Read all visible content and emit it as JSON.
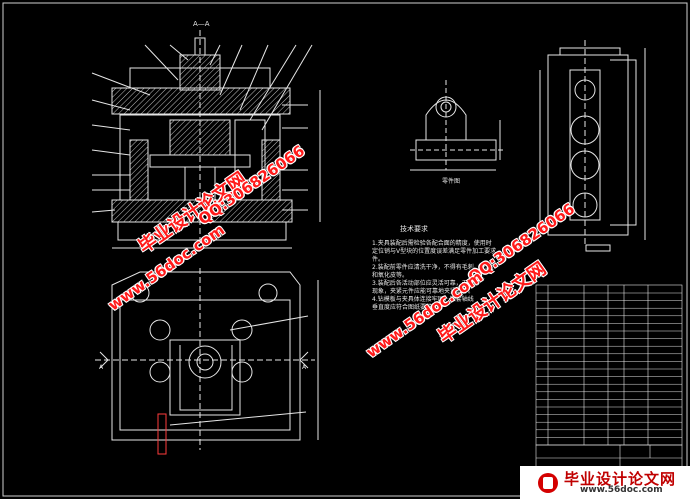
{
  "drawing": {
    "section_label": "A—A",
    "parts_label": "零件图",
    "notes_title": "技术要求",
    "notes_lines": [
      "1.夹具装配后需检验各配合面的精度，使用时",
      "定位销与V型块的位置度误差满足零件加工要求",
      "件。",
      "2.装配前零件应清洗干净，不得有毛刺、飞边",
      "和氧化皮等。",
      "3.装配后各活动部位应灵活可靠，无卡滞",
      "现象，夹紧元件应能可靠地夹紧工件。",
      "4.钻模板与夹具体连接牢固，钻套轴线",
      "垂直度应符合图纸要求。"
    ],
    "dim_left": "A",
    "dim_right": "A"
  },
  "watermarks": {
    "url": "www.56doc.com",
    "cn": "毕业设计论文网",
    "qq": "QQ:306826066"
  },
  "brand": {
    "name": "毕业设计论文网",
    "url": "www.56doc.com"
  },
  "colors": {
    "line": "#e6e6e6",
    "hatch": "#bfbfbf",
    "accent": "#ff3b3b",
    "watermark": "#ff1a1a",
    "background": "#000000"
  }
}
